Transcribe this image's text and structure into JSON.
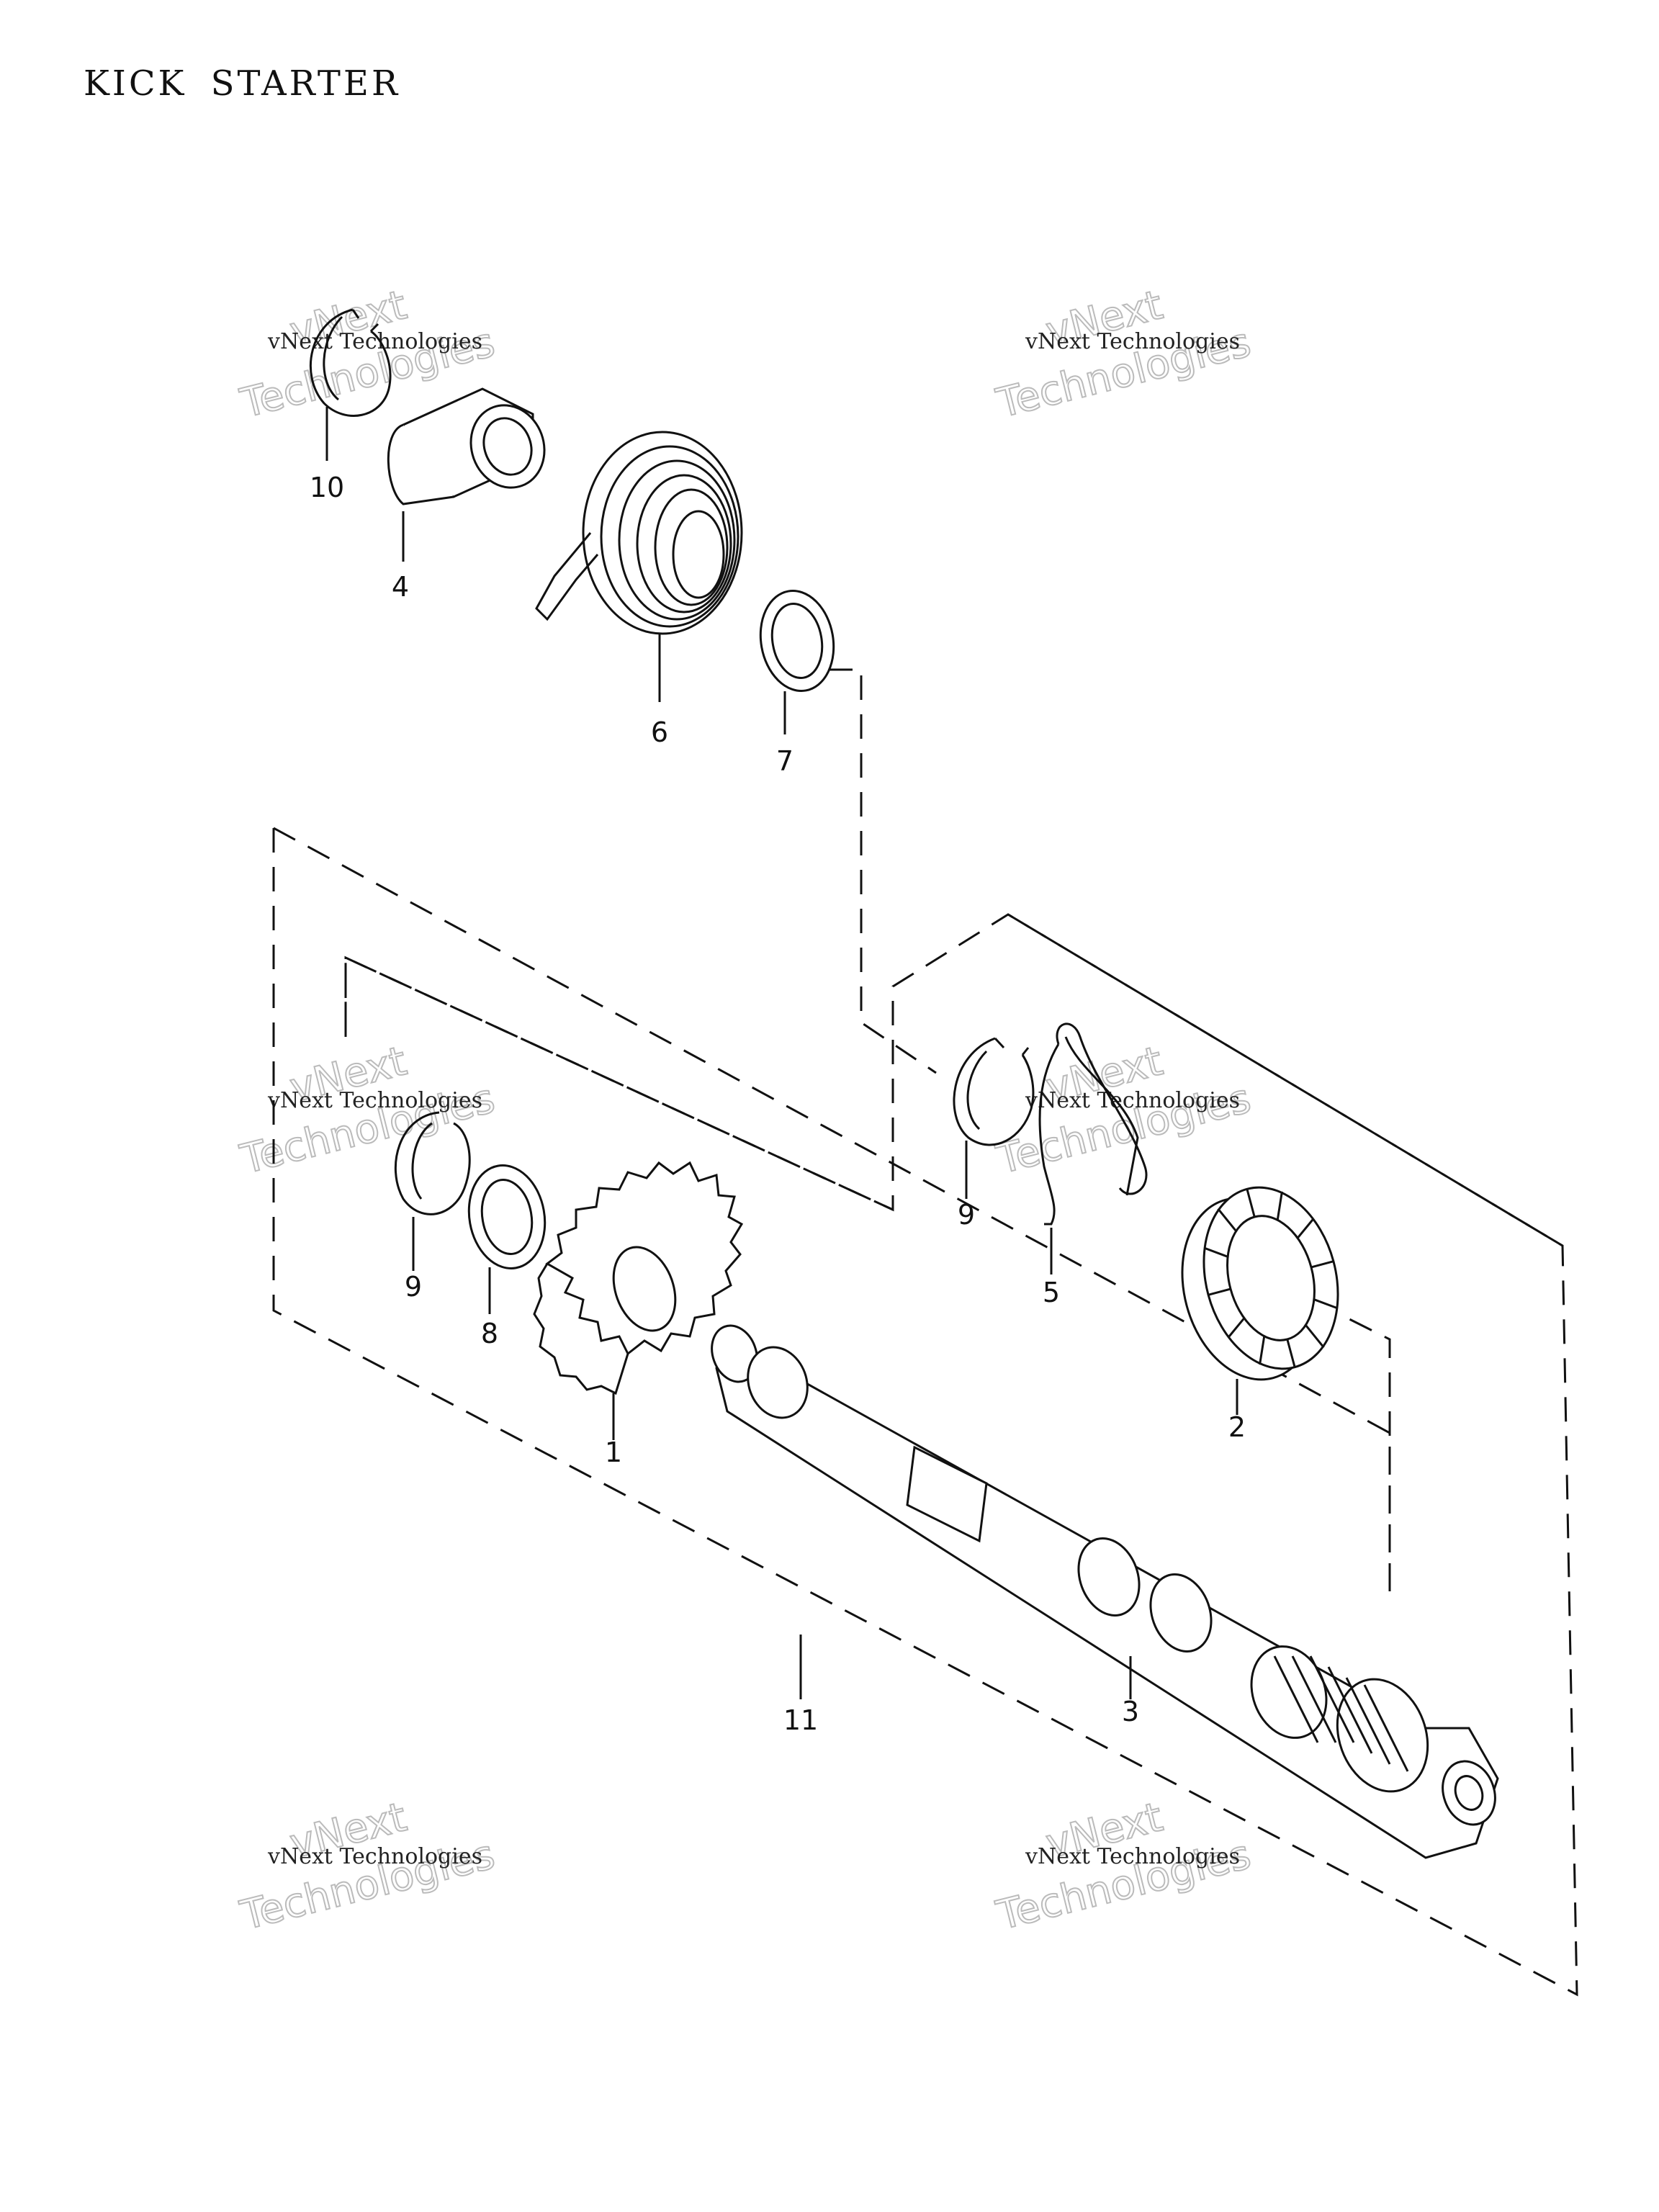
{
  "title": "KICK STARTER",
  "callouts": [
    "1",
    "2",
    "3",
    "4",
    "5",
    "6",
    "7",
    "8",
    "9",
    "9",
    "10",
    "11"
  ],
  "watermark": {
    "small": "vNext Technologies",
    "big_line1": "vNext",
    "big_line2": "Technologies"
  }
}
